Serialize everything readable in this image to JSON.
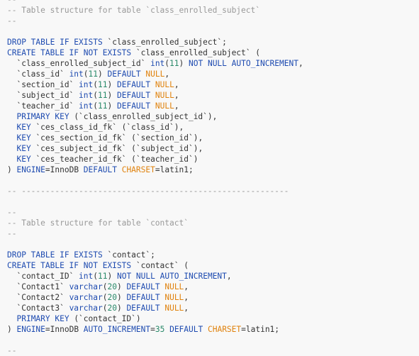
{
  "colors": {
    "background": "#f8f8f8",
    "comment": "#999999",
    "keyword": "#1e4bb0",
    "number": "#2a8a6a",
    "null_literal": "#e0820d",
    "text": "#333333"
  },
  "lines": [
    [
      {
        "t": "comment",
        "v": "--"
      }
    ],
    [
      {
        "t": "comment",
        "v": "-- Table structure for table `class_enrolled_subject`"
      }
    ],
    [
      {
        "t": "comment",
        "v": "--"
      }
    ],
    [],
    [
      {
        "t": "keyword",
        "v": "DROP TABLE IF EXISTS"
      },
      {
        "t": "plain",
        "v": " `class_enrolled_subject`;"
      }
    ],
    [
      {
        "t": "keyword",
        "v": "CREATE TABLE IF NOT EXISTS"
      },
      {
        "t": "plain",
        "v": " `class_enrolled_subject` ("
      }
    ],
    [
      {
        "t": "plain",
        "v": "  `class_enrolled_subject_id` "
      },
      {
        "t": "type",
        "v": "int"
      },
      {
        "t": "plain",
        "v": "("
      },
      {
        "t": "number",
        "v": "11"
      },
      {
        "t": "plain",
        "v": ") "
      },
      {
        "t": "keyword",
        "v": "NOT NULL AUTO_INCREMENT"
      },
      {
        "t": "plain",
        "v": ","
      }
    ],
    [
      {
        "t": "plain",
        "v": "  `class_id` "
      },
      {
        "t": "type",
        "v": "int"
      },
      {
        "t": "plain",
        "v": "("
      },
      {
        "t": "number",
        "v": "11"
      },
      {
        "t": "plain",
        "v": ") "
      },
      {
        "t": "keyword",
        "v": "DEFAULT"
      },
      {
        "t": "plain",
        "v": " "
      },
      {
        "t": "null",
        "v": "NULL"
      },
      {
        "t": "plain",
        "v": ","
      }
    ],
    [
      {
        "t": "plain",
        "v": "  `section_id` "
      },
      {
        "t": "type",
        "v": "int"
      },
      {
        "t": "plain",
        "v": "("
      },
      {
        "t": "number",
        "v": "11"
      },
      {
        "t": "plain",
        "v": ") "
      },
      {
        "t": "keyword",
        "v": "DEFAULT"
      },
      {
        "t": "plain",
        "v": " "
      },
      {
        "t": "null",
        "v": "NULL"
      },
      {
        "t": "plain",
        "v": ","
      }
    ],
    [
      {
        "t": "plain",
        "v": "  `subject_id` "
      },
      {
        "t": "type",
        "v": "int"
      },
      {
        "t": "plain",
        "v": "("
      },
      {
        "t": "number",
        "v": "11"
      },
      {
        "t": "plain",
        "v": ") "
      },
      {
        "t": "keyword",
        "v": "DEFAULT"
      },
      {
        "t": "plain",
        "v": " "
      },
      {
        "t": "null",
        "v": "NULL"
      },
      {
        "t": "plain",
        "v": ","
      }
    ],
    [
      {
        "t": "plain",
        "v": "  `teacher_id` "
      },
      {
        "t": "type",
        "v": "int"
      },
      {
        "t": "plain",
        "v": "("
      },
      {
        "t": "number",
        "v": "11"
      },
      {
        "t": "plain",
        "v": ") "
      },
      {
        "t": "keyword",
        "v": "DEFAULT"
      },
      {
        "t": "plain",
        "v": " "
      },
      {
        "t": "null",
        "v": "NULL"
      },
      {
        "t": "plain",
        "v": ","
      }
    ],
    [
      {
        "t": "plain",
        "v": "  "
      },
      {
        "t": "keyword",
        "v": "PRIMARY KEY"
      },
      {
        "t": "plain",
        "v": " (`class_enrolled_subject_id`),"
      }
    ],
    [
      {
        "t": "plain",
        "v": "  "
      },
      {
        "t": "keyword",
        "v": "KEY"
      },
      {
        "t": "plain",
        "v": " `ces_class_id_fk` (`class_id`),"
      }
    ],
    [
      {
        "t": "plain",
        "v": "  "
      },
      {
        "t": "keyword",
        "v": "KEY"
      },
      {
        "t": "plain",
        "v": " `ces_section_id_fk` (`section_id`),"
      }
    ],
    [
      {
        "t": "plain",
        "v": "  "
      },
      {
        "t": "keyword",
        "v": "KEY"
      },
      {
        "t": "plain",
        "v": " `ces_subject_id_fk` (`subject_id`),"
      }
    ],
    [
      {
        "t": "plain",
        "v": "  "
      },
      {
        "t": "keyword",
        "v": "KEY"
      },
      {
        "t": "plain",
        "v": " `ces_teacher_id_fk` (`teacher_id`)"
      }
    ],
    [
      {
        "t": "plain",
        "v": ") "
      },
      {
        "t": "keyword",
        "v": "ENGINE"
      },
      {
        "t": "plain",
        "v": "=InnoDB "
      },
      {
        "t": "keyword",
        "v": "DEFAULT"
      },
      {
        "t": "plain",
        "v": " "
      },
      {
        "t": "null",
        "v": "CHARSET"
      },
      {
        "t": "plain",
        "v": "=latin1;"
      }
    ],
    [],
    [
      {
        "t": "comment",
        "v": "-- --------------------------------------------------------"
      }
    ],
    [],
    [
      {
        "t": "comment",
        "v": "--"
      }
    ],
    [
      {
        "t": "comment",
        "v": "-- Table structure for table `contact`"
      }
    ],
    [
      {
        "t": "comment",
        "v": "--"
      }
    ],
    [],
    [
      {
        "t": "keyword",
        "v": "DROP TABLE IF EXISTS"
      },
      {
        "t": "plain",
        "v": " `contact`;"
      }
    ],
    [
      {
        "t": "keyword",
        "v": "CREATE TABLE IF NOT EXISTS"
      },
      {
        "t": "plain",
        "v": " `contact` ("
      }
    ],
    [
      {
        "t": "plain",
        "v": "  `contact_ID` "
      },
      {
        "t": "type",
        "v": "int"
      },
      {
        "t": "plain",
        "v": "("
      },
      {
        "t": "number",
        "v": "11"
      },
      {
        "t": "plain",
        "v": ") "
      },
      {
        "t": "keyword",
        "v": "NOT NULL AUTO_INCREMENT"
      },
      {
        "t": "plain",
        "v": ","
      }
    ],
    [
      {
        "t": "plain",
        "v": "  `Contact1` "
      },
      {
        "t": "type",
        "v": "varchar"
      },
      {
        "t": "plain",
        "v": "("
      },
      {
        "t": "number",
        "v": "20"
      },
      {
        "t": "plain",
        "v": ") "
      },
      {
        "t": "keyword",
        "v": "DEFAULT"
      },
      {
        "t": "plain",
        "v": " "
      },
      {
        "t": "null",
        "v": "NULL"
      },
      {
        "t": "plain",
        "v": ","
      }
    ],
    [
      {
        "t": "plain",
        "v": "  `Contact2` "
      },
      {
        "t": "type",
        "v": "varchar"
      },
      {
        "t": "plain",
        "v": "("
      },
      {
        "t": "number",
        "v": "20"
      },
      {
        "t": "plain",
        "v": ") "
      },
      {
        "t": "keyword",
        "v": "DEFAULT"
      },
      {
        "t": "plain",
        "v": " "
      },
      {
        "t": "null",
        "v": "NULL"
      },
      {
        "t": "plain",
        "v": ","
      }
    ],
    [
      {
        "t": "plain",
        "v": "  `Contact3` "
      },
      {
        "t": "type",
        "v": "varchar"
      },
      {
        "t": "plain",
        "v": "("
      },
      {
        "t": "number",
        "v": "20"
      },
      {
        "t": "plain",
        "v": ") "
      },
      {
        "t": "keyword",
        "v": "DEFAULT"
      },
      {
        "t": "plain",
        "v": " "
      },
      {
        "t": "null",
        "v": "NULL"
      },
      {
        "t": "plain",
        "v": ","
      }
    ],
    [
      {
        "t": "plain",
        "v": "  "
      },
      {
        "t": "keyword",
        "v": "PRIMARY KEY"
      },
      {
        "t": "plain",
        "v": " (`contact_ID`)"
      }
    ],
    [
      {
        "t": "plain",
        "v": ") "
      },
      {
        "t": "keyword",
        "v": "ENGINE"
      },
      {
        "t": "plain",
        "v": "=InnoDB "
      },
      {
        "t": "keyword",
        "v": "AUTO_INCREMENT"
      },
      {
        "t": "plain",
        "v": "="
      },
      {
        "t": "number",
        "v": "35"
      },
      {
        "t": "plain",
        "v": " "
      },
      {
        "t": "keyword",
        "v": "DEFAULT"
      },
      {
        "t": "plain",
        "v": " "
      },
      {
        "t": "null",
        "v": "CHARSET"
      },
      {
        "t": "plain",
        "v": "=latin1;"
      }
    ],
    [],
    [
      {
        "t": "comment",
        "v": "--"
      }
    ]
  ]
}
